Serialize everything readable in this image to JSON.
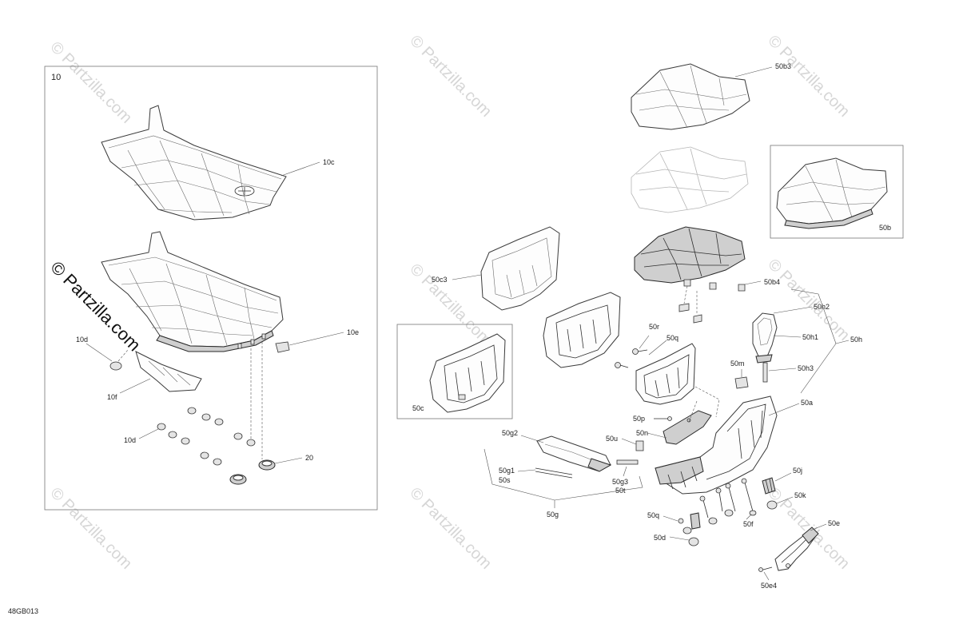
{
  "diagram": {
    "ref_code": "48GB013",
    "watermark": "© Partzilla.com",
    "group_label": "10",
    "callouts": {
      "c10c": "10c",
      "c10e": "10e",
      "c10d_a": "10d",
      "c10f": "10f",
      "c10d_b": "10d",
      "c20": "20",
      "c50b3": "50b3",
      "c50b": "50b",
      "c50c3": "50c3",
      "c50b4": "50b4",
      "c50h2": "50h2",
      "c50h1": "50h1",
      "c50h": "50h",
      "c50h3": "50h3",
      "c50r": "50r",
      "c50q_a": "50q",
      "c50m": "50m",
      "c50c": "50c",
      "c50a": "50a",
      "c50p": "50p",
      "c50n": "50n",
      "c50u": "50u",
      "c50g2": "50g2",
      "c50g1": "50g1",
      "c50s": "50s",
      "c50g3": "50g3",
      "c50t": "50t",
      "c50g": "50g",
      "c50j": "50j",
      "c50k": "50k",
      "c50q_b": "50q",
      "c50f": "50f",
      "c50d": "50d",
      "c50e": "50e",
      "c50e4": "50e4"
    }
  }
}
